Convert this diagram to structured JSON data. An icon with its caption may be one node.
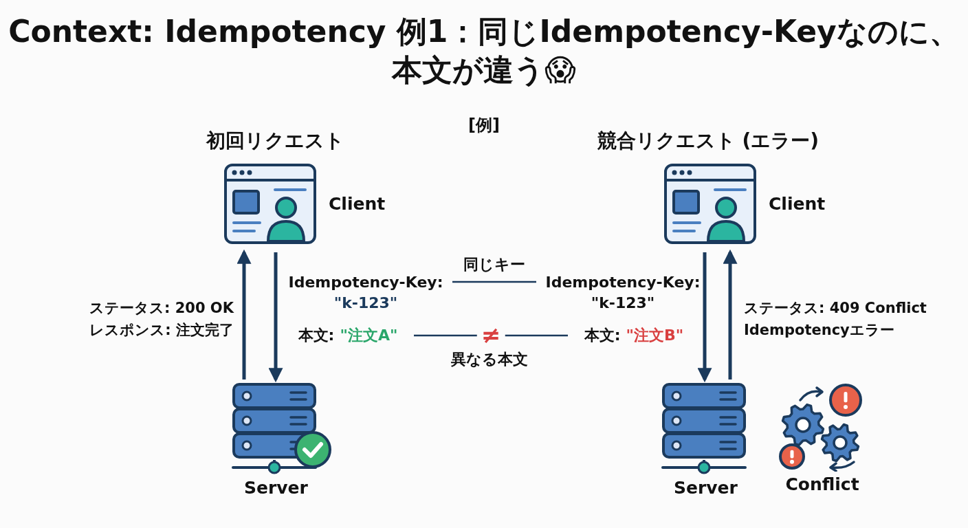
{
  "diagram": {
    "title": "Context: Idempotency 例1：同じIdempotency-Keyなのに、本文が違う😱",
    "nodes": [
      {
        "text": [
          "Client"
        ]
      },
      {
        "text": [
          "Client"
        ]
      },
      {
        "text": [
          "Idempotency-Key:",
          "\"k-123\""
        ]
      },
      {
        "text": [
          "Idempotency-Key:",
          "\"k-123\""
        ]
      },
      {
        "text": [
          "本文:",
          "\"注文A\""
        ]
      },
      {
        "text": [
          "本文:",
          "\"注文B\""
        ]
      },
      {
        "text": [
          "Server"
        ]
      },
      {
        "text": [
          "Server"
        ]
      },
      {
        "text": [
          "Conflict"
        ]
      }
    ],
    "edges": [
      {
        "from": 0,
        "to": 6,
        "arrow": "to"
      },
      {
        "from": 6,
        "to": 0,
        "arrow": "to"
      },
      {
        "from": 2,
        "to": 3,
        "arrow": "none",
        "label": "同じキー"
      },
      {
        "from": 4,
        "to": 5,
        "arrow": "none",
        "label": "≠"
      },
      {
        "from": 1,
        "to": 7,
        "arrow": "to"
      },
      {
        "from": 7,
        "to": 1,
        "arrow": "to"
      }
    ],
    "labels": [
      "[例]",
      "初回リクエスト",
      "競合リクエスト (エラー)",
      "ステータス: 200 OK",
      "レスポンス: 注文完了",
      "ステータス: 409 Conflict",
      "Idempotencyエラー",
      "異なる本文"
    ]
  }
}
